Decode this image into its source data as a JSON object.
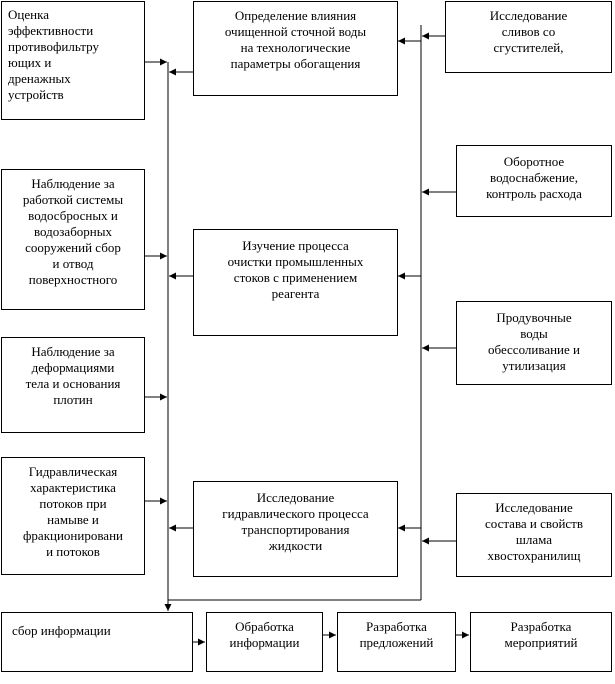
{
  "diagram": {
    "left_column": [
      "Оценка\nэффективности\nпротивофильтру\nющих и\nдренажных\nустройств",
      "Наблюдение за\nработкой системы\nводосбросных и\nводозаборных\nсооружений сбор\nи отвод\nповерхностного",
      "Наблюдение за\nдеформациями\nтела и основания\nплотин",
      "Гидравлическая\nхарактеристика\nпотоков при\nнамыве и\nфракционировани\nи потоков"
    ],
    "center_column": [
      "Определение влияния\nочищенной сточной воды\nна технологические\nпараметры обогащения",
      "Изучение процесса\nочистки промышленных\nстоков с применением\nреагента",
      "Исследование\nгидравлического процесса\nтранспортирования\nжидкости"
    ],
    "right_column": [
      "Исследование\nсливов со\nсгустителей,",
      "Оборотное\nводоснабжение,\nконтроль расхода",
      "Продувочные\nводы\nобессоливание и\nутилизация",
      "Исследование\nсостава и свойств\nшлама\nхвостохранилищ"
    ],
    "bottom_row": [
      "сбор информации",
      "Обработка\nинформации",
      "Разработка\nпредложений",
      "Разработка\nмероприятий"
    ]
  }
}
